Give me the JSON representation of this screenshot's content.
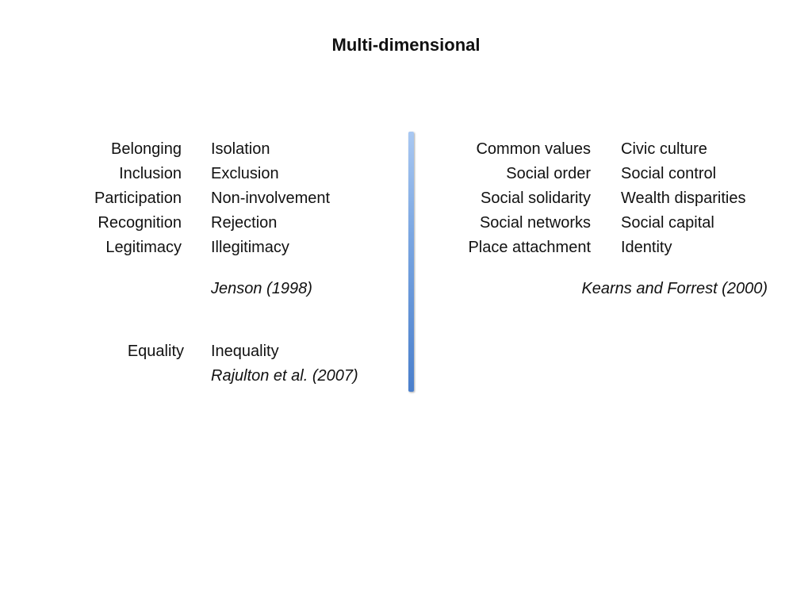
{
  "title": "Multi-dimensional",
  "left": {
    "keys": [
      "Belonging",
      "Inclusion",
      "Participation",
      "Recognition",
      "Legitimacy"
    ],
    "values": [
      "Isolation",
      "Exclusion",
      "Non-involvement",
      "Rejection",
      "Illegitimacy"
    ],
    "citation": "Jenson (1998)",
    "equality_key": "Equality",
    "equality_value": "Inequality",
    "equality_citation": "Rajulton et al. (2007)"
  },
  "right": {
    "keys": [
      "Common values",
      "Social order",
      "Social solidarity",
      "Social networks",
      "Place attachment"
    ],
    "values": [
      "Civic culture",
      "Social control",
      "Wealth disparities",
      "Social capital",
      "Identity"
    ],
    "citation": "Kearns and Forrest (2000)"
  },
  "colors": {
    "divider": "#4a7fcc"
  }
}
